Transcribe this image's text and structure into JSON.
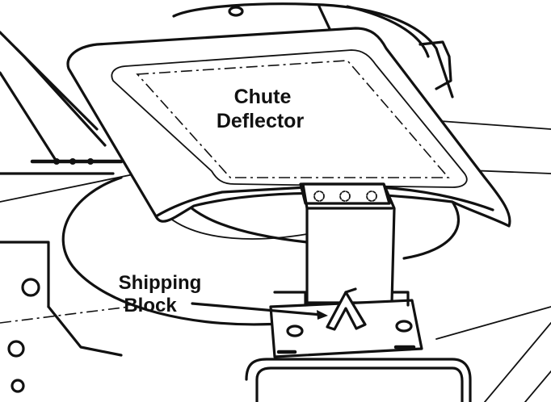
{
  "labels": {
    "chute_deflector": [
      "Chute",
      "Deflector"
    ],
    "shipping_block": [
      "Shipping",
      "Block"
    ]
  },
  "colors": {
    "ink": "#111111",
    "paper": "#ffffff"
  }
}
